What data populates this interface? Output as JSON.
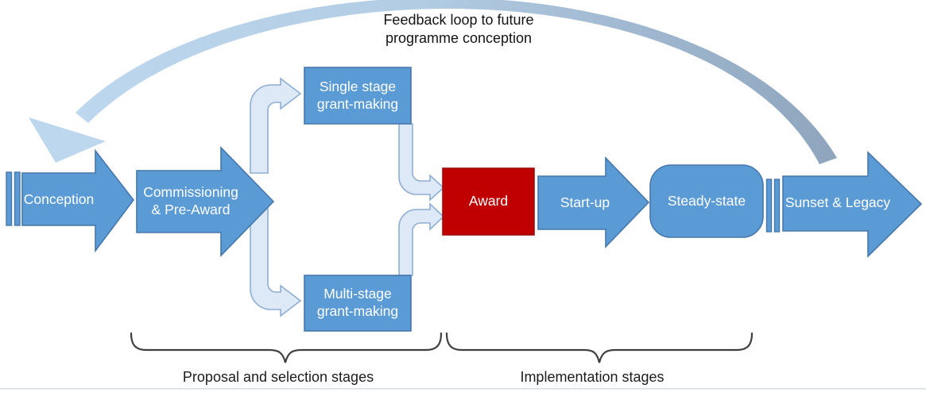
{
  "feedback_loop": {
    "label": "Feedback loop to future\nprogramme conception"
  },
  "stages": {
    "conception": {
      "label": "Conception"
    },
    "commissioning": {
      "label": "Commissioning\n& Pre-Award"
    },
    "single_stage": {
      "label": "Single stage\ngrant-making"
    },
    "multi_stage": {
      "label": "Multi-stage\ngrant-making"
    },
    "award": {
      "label": "Award"
    },
    "startup": {
      "label": "Start-up"
    },
    "steady_state": {
      "label": "Steady-state"
    },
    "sunset": {
      "label": "Sunset & Legacy"
    }
  },
  "braces": {
    "proposal": {
      "label": "Proposal and selection stages"
    },
    "implementation": {
      "label": "Implementation stages"
    }
  },
  "colors": {
    "stage_blue": "#5B9BD5",
    "stage_blue_border": "#4677AC",
    "award_red": "#C00000",
    "award_red_border": "#A00E0E",
    "connector_fill": "#DDE9F6",
    "connector_border": "#8EAED3",
    "feedback_start": "#BDD7EE",
    "feedback_mid": "#B2CCE4",
    "feedback_end": "#8FA5BE",
    "brace_color": "#404040",
    "bottom_line": "#D7DEE5",
    "label_white": "#FFFFFF",
    "label_black": "#1C1C1C"
  }
}
